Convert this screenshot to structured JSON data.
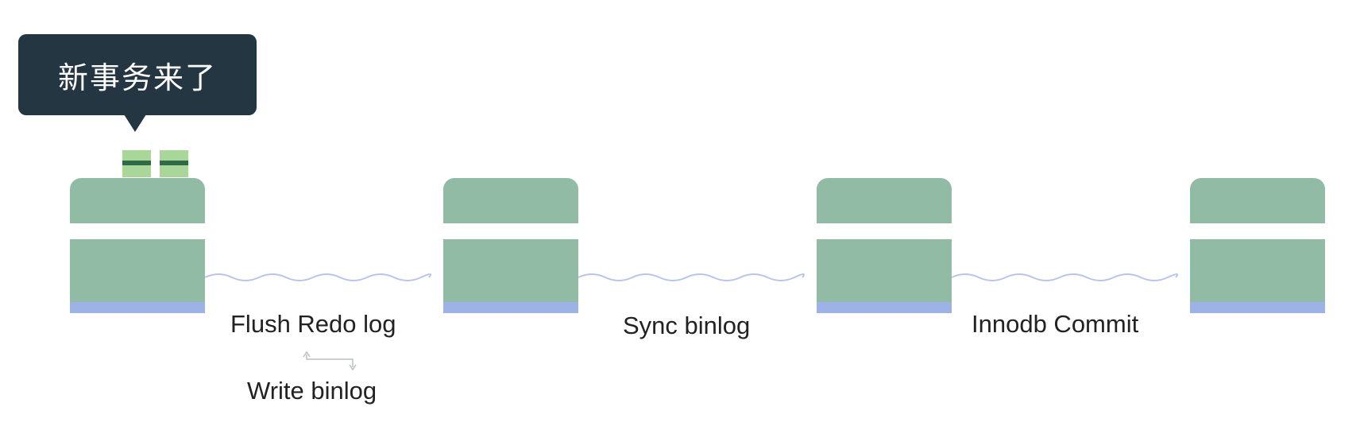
{
  "tooltip": {
    "text": "新事务来了"
  },
  "stages": [
    {
      "id": "stage-1"
    },
    {
      "id": "stage-2"
    },
    {
      "id": "stage-3"
    },
    {
      "id": "stage-4"
    }
  ],
  "labels": {
    "flush_redo_log": "Flush Redo log",
    "write_binlog": "Write binlog",
    "sync_binlog": "Sync binlog",
    "innodb_commit": "Innodb Commit"
  },
  "colors": {
    "tooltip_bg": "#243642",
    "node_green": "#92bba6",
    "node_base_blue": "#9db3e6",
    "transaction_green": "#a9d79a",
    "transaction_bar": "#2f6b46",
    "wave_line": "#b9c6e6"
  }
}
